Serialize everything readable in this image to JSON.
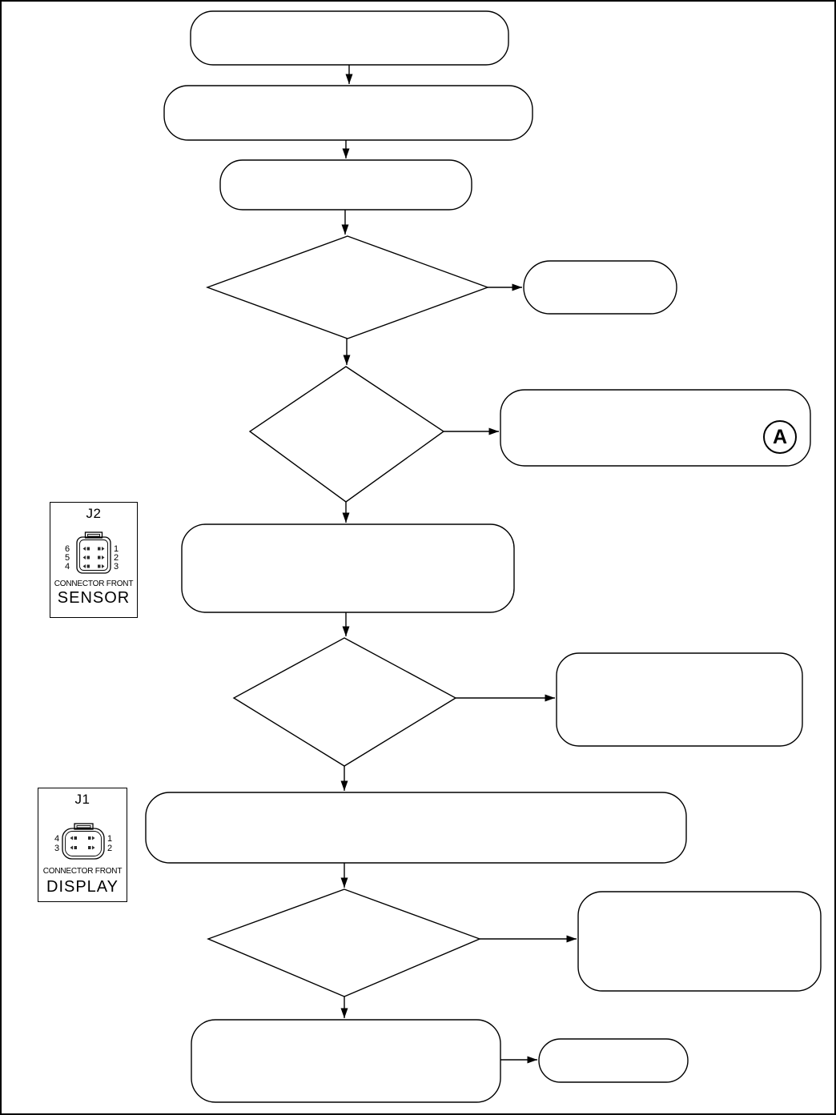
{
  "flowchart": {
    "offpage_connector_label": "A"
  },
  "legends": {
    "j2": {
      "title": "J2",
      "caption": "CONNECTOR FRONT",
      "name": "SENSOR",
      "left_pins": [
        "6",
        "5",
        "4"
      ],
      "right_pins": [
        "1",
        "2",
        "3"
      ]
    },
    "j1": {
      "title": "J1",
      "caption": "CONNECTOR FRONT",
      "name": "DISPLAY",
      "left_pins": [
        "4",
        "3"
      ],
      "right_pins": [
        "1",
        "2"
      ]
    }
  },
  "colors": {
    "line": "#000000",
    "background": "#ffffff"
  }
}
